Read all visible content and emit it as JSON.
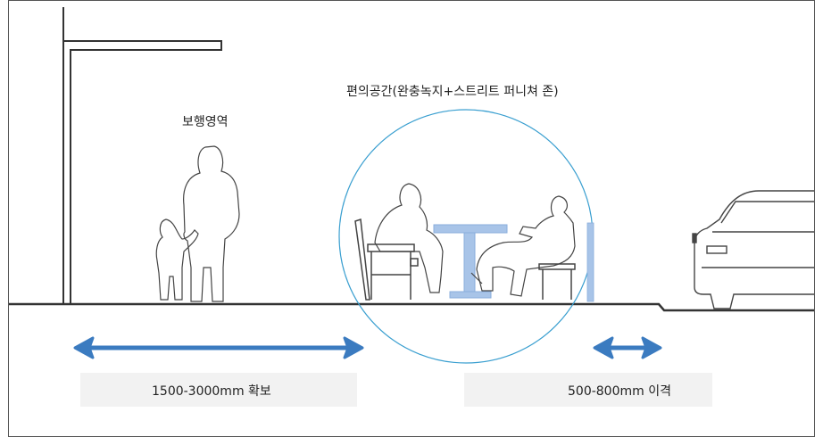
{
  "labels": {
    "pedestrian_zone": "보행영역",
    "amenity_zone": "편의공간(완충녹지+스트리트 퍼니쳐 존)",
    "walkway_width": "1500-3000mm 확보",
    "setback_width": "500-800mm 이격"
  },
  "colors": {
    "accent_blue": "#3b7bc0",
    "circle_outline": "#3a9fd0",
    "furniture_blue": "#a8c4e8",
    "line_dark": "#333333",
    "band_gray": "#f2f2f2"
  }
}
